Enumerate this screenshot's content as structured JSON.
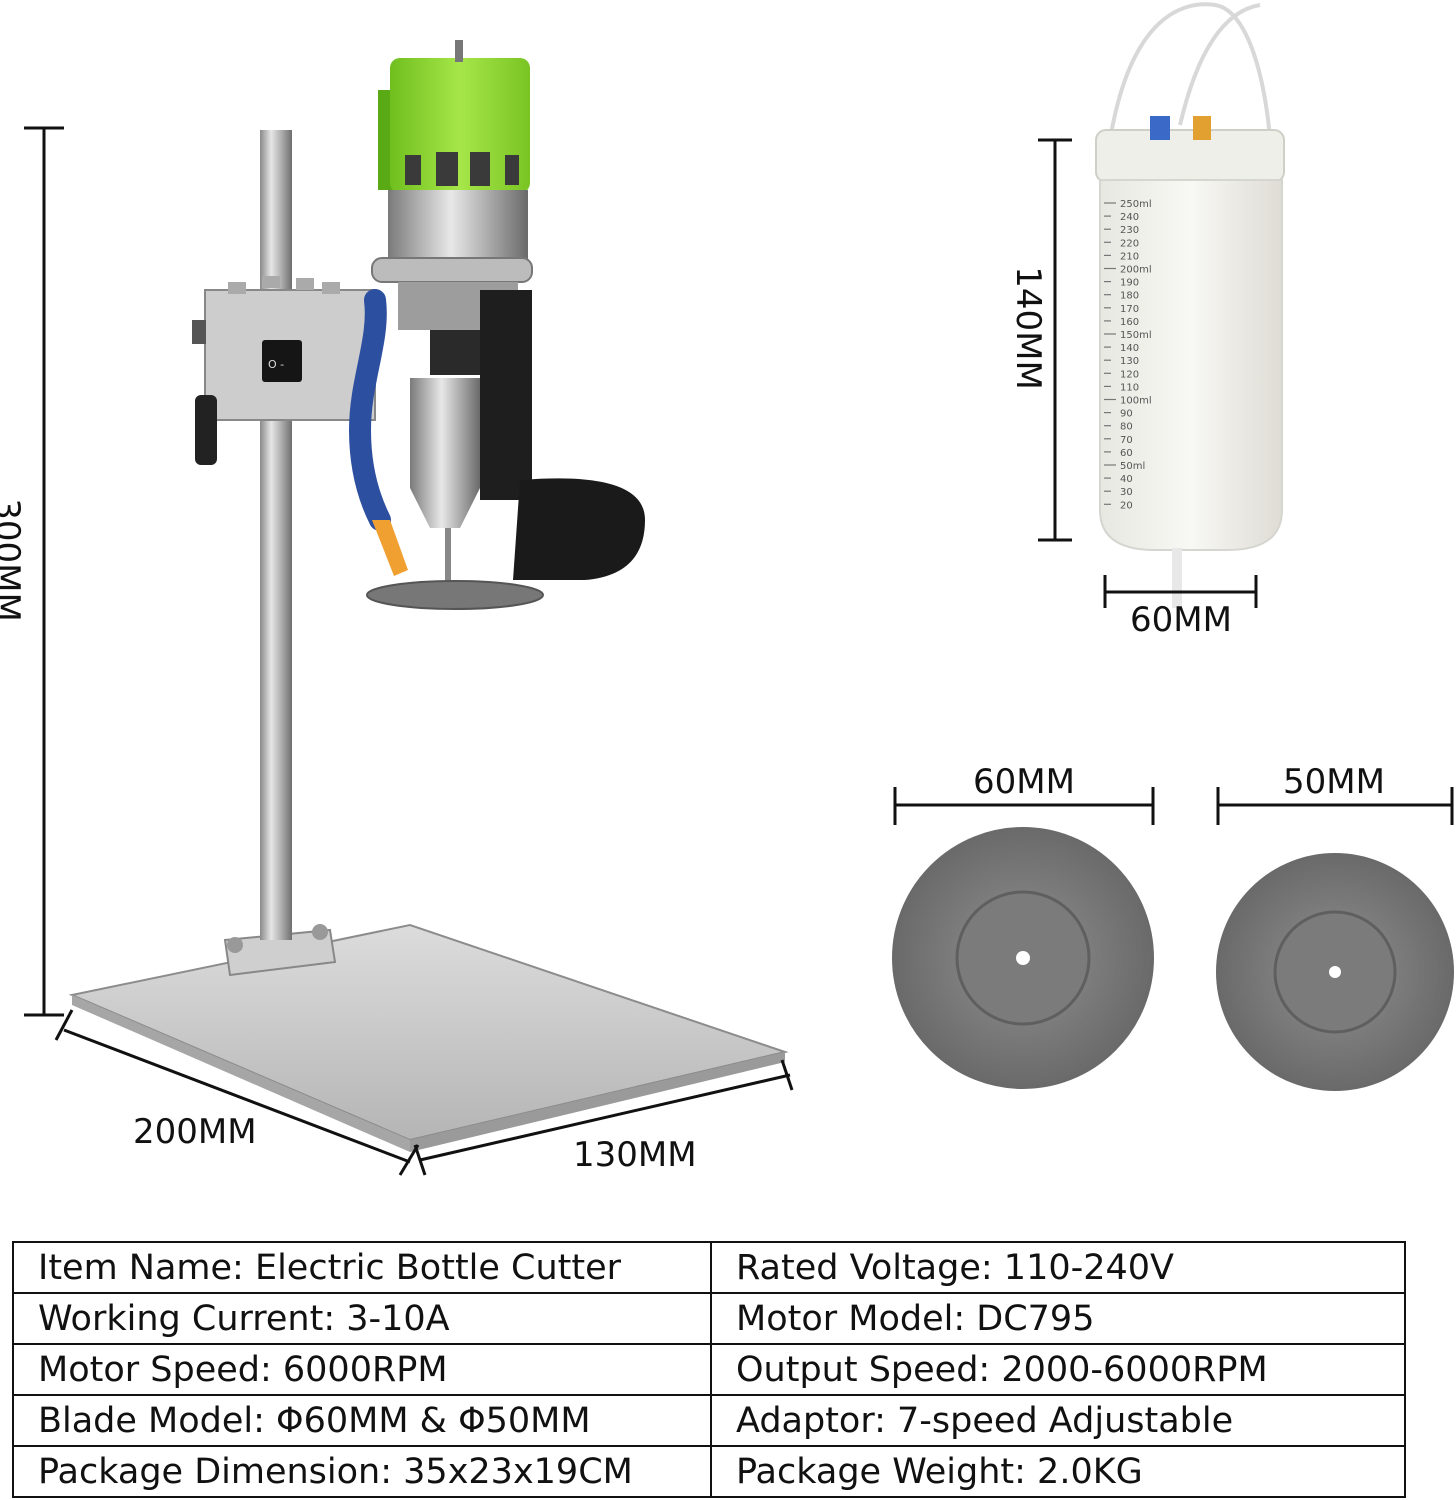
{
  "dimensions": {
    "machine_height": "300MM",
    "base_depth": "200MM",
    "base_width": "130MM",
    "bottle_height": "140MM",
    "bottle_width": "60MM",
    "blade_large": "60MM",
    "blade_small": "50MM"
  },
  "bottle_scale": [
    "250ml",
    "240",
    "230",
    "220",
    "210",
    "200ml",
    "190",
    "180",
    "170",
    "160",
    "150ml",
    "140",
    "130",
    "120",
    "110",
    "100ml",
    "90",
    "80",
    "70",
    "60",
    "50ml",
    "40",
    "30",
    "20"
  ],
  "switch_label": "O  -",
  "specs": [
    [
      "Item Name: Electric Bottle Cutter",
      "Rated Voltage: 110-240V"
    ],
    [
      "Working Current: 3-10A",
      "Motor Model: DC795"
    ],
    [
      "Motor Speed: 6000RPM",
      "Output Speed: 2000-6000RPM"
    ],
    [
      "Blade Model: Φ60MM & Φ50MM",
      "Adaptor: 7-speed Adjustable"
    ],
    [
      "Package Dimension: 35x23x19CM",
      "Package Weight: 2.0KG"
    ]
  ],
  "colors": {
    "motor_green": "#8fd634",
    "steel": "#c9c9c9",
    "blade_grey": "#8a8a8a",
    "nozzle_blue": "#2c4fa0",
    "nozzle_orange": "#f0a030"
  }
}
